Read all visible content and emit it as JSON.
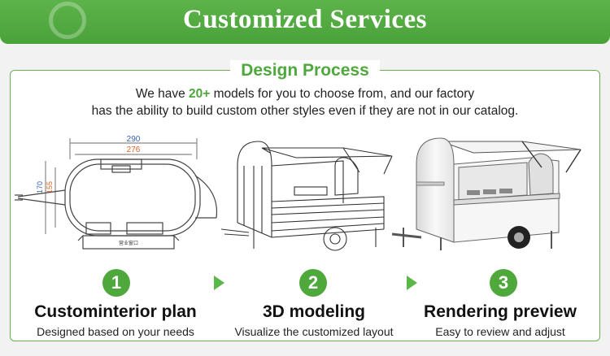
{
  "banner": {
    "title": "Customized Services"
  },
  "process": {
    "title": "Design Process",
    "desc_prefix": "We have ",
    "desc_highlight": "20+",
    "desc_suffix": " models for you to choose from, and our factory",
    "desc_line2": "has the ability to build custom other styles even if they are not in our catalog."
  },
  "plan": {
    "dim_outer": "290",
    "dim_inner": "276",
    "dim_side_outer": "170",
    "dim_side_inner": "155",
    "label": "营业窗口"
  },
  "steps": [
    {
      "number": "1",
      "title": "Custominterior plan",
      "subtitle": "Designed based on your needs"
    },
    {
      "number": "2",
      "title": "3D modeling",
      "subtitle": "Visualize the customized layout"
    },
    {
      "number": "3",
      "title": "Rendering preview",
      "subtitle": "Easy to review and adjust"
    }
  ],
  "colors": {
    "accent": "#4ea83c",
    "banner": "#4aa23a",
    "dim_blue": "#3a5fb0",
    "dim_orange": "#d9642a"
  }
}
